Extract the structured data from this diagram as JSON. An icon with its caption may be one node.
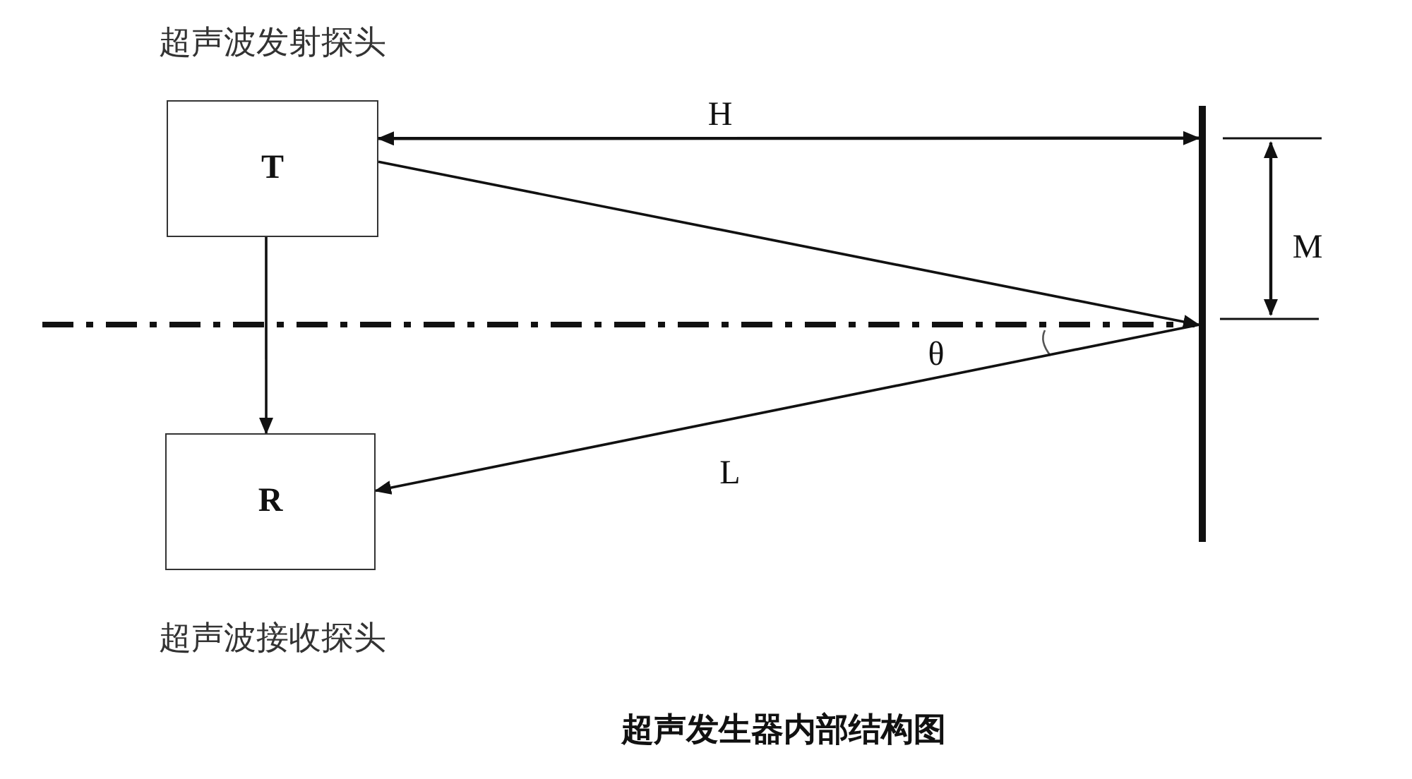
{
  "diagram": {
    "caption": "超声发生器内部结构图",
    "nodes": [
      {
        "text": [
          "T"
        ],
        "beside": [
          "超声波发射探头"
        ]
      },
      {
        "text": [
          "R"
        ],
        "beside": [
          "超声波接收探头"
        ]
      },
      {
        "text": [],
        "shape": "bar"
      }
    ],
    "edges": [
      {
        "from": 0,
        "to": 1,
        "arrow": "to"
      },
      {
        "from": 0,
        "to": 2,
        "arrow": "to"
      },
      {
        "from": 2,
        "to": 1,
        "arrow": "to",
        "label": "L"
      },
      {
        "from": 0,
        "to": 2,
        "arrow": "both",
        "label": "H"
      }
    ],
    "labels": [
      "M",
      "θ"
    ]
  }
}
